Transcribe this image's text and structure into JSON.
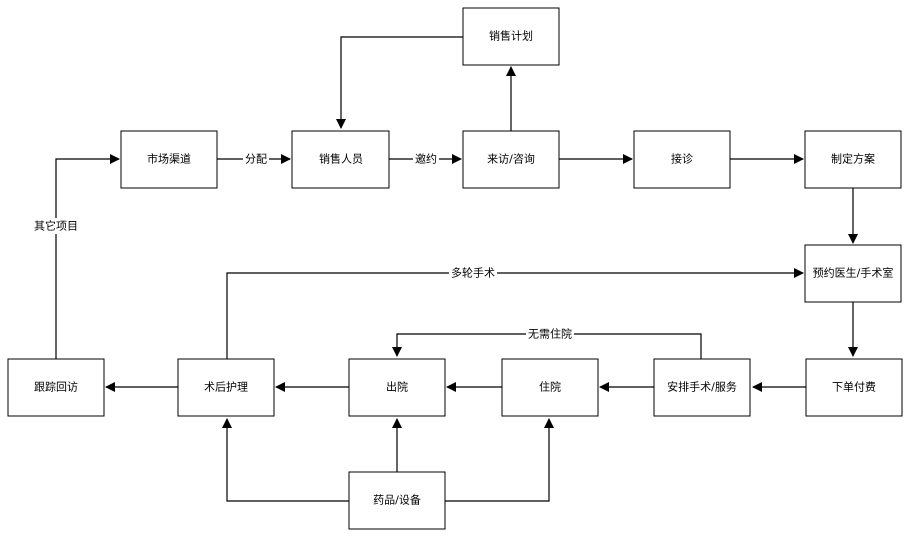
{
  "nodes": {
    "sales_plan": "销售计划",
    "market_channel": "市场渠道",
    "sales_staff": "销售人员",
    "visit_consult": "来访/咨询",
    "reception": "接诊",
    "make_plan": "制定方案",
    "book_doctor_or": "预约医生/手术室",
    "order_pay": "下单付费",
    "arrange_surgery": "安排手术/服务",
    "hospitalize": "住院",
    "discharge": "出院",
    "postop_care": "术后护理",
    "follow_up": "跟踪回访",
    "medicine_equipment": "药品/设备"
  },
  "edge_labels": {
    "assign": "分配",
    "invite": "邀约",
    "other_projects": "其它项目",
    "multi_round_surgery": "多轮手术",
    "no_hospitalization": "无需住院"
  }
}
